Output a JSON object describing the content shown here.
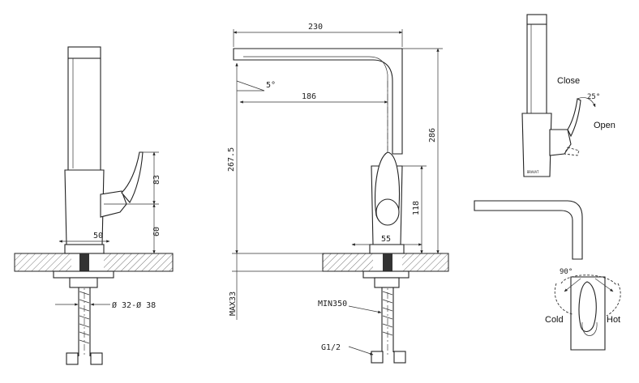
{
  "dimensions": {
    "spout_length": "230",
    "reach": "186",
    "spout_angle": "5°",
    "total_height": "286",
    "spout_height": "267.5",
    "handle_height_side": "83",
    "base_height_side": "60",
    "base_width": "50",
    "body_width": "55",
    "lever_height": "118",
    "max_thickness": "MAX33",
    "hole_diameter": "Ø 32-Ø 38",
    "hose_length": "MIN350",
    "thread": "G1/2"
  },
  "labels": {
    "close": "Close",
    "open": "Open",
    "close_angle": "25°",
    "rotation_angle": "90°",
    "cold": "Cold",
    "hot": "Hot"
  },
  "brand": "BRAVAT"
}
